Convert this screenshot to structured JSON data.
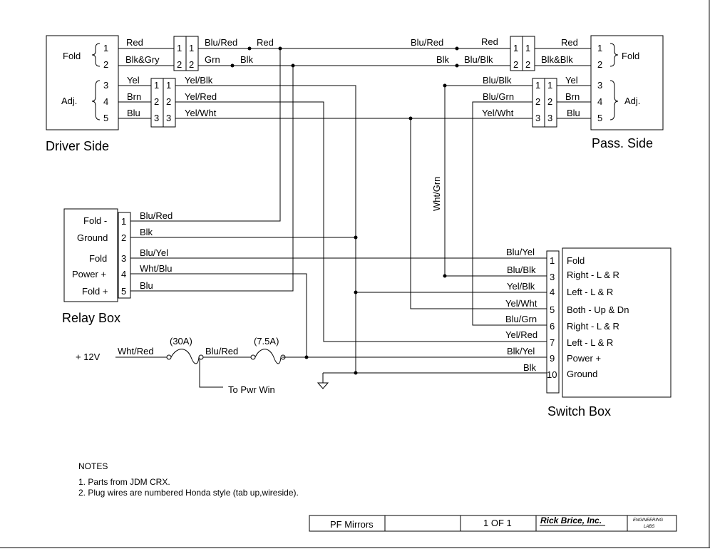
{
  "driver": {
    "title": "Driver Side",
    "fold": "Fold",
    "adj": "Adj.",
    "pins": [
      "1",
      "2",
      "3",
      "4",
      "5"
    ]
  },
  "pass": {
    "title": "Pass. Side",
    "fold": "Fold",
    "adj": "Adj.",
    "pins": [
      "1",
      "2",
      "3",
      "4",
      "5"
    ]
  },
  "relay": {
    "title": "Relay Box",
    "labels": [
      "Fold -",
      "Ground",
      "Fold",
      "Power +",
      "Fold +"
    ],
    "pins": [
      "1",
      "2",
      "3",
      "4",
      "5"
    ],
    "wires": [
      "Blu/Red",
      "Blk",
      "Blu/Yel",
      "Wht/Blu",
      "Blu"
    ]
  },
  "switch": {
    "title": "Switch Box",
    "labels": [
      "Fold",
      "Right - L & R",
      "Left - L & R",
      "Both - Up & Dn",
      "Right - L & R",
      "Left - L & R",
      "Power +",
      "Ground"
    ],
    "pins": [
      "1",
      "3",
      "4",
      "5",
      "6",
      "7",
      "9",
      "10"
    ],
    "wires": [
      "Blu/Yel",
      "Blu/Blk",
      "Yel/Blk",
      "Yel/Wht",
      "Blu/Grn",
      "Yel/Red",
      "Blk/Yel",
      "Blk"
    ]
  },
  "driver_wires": {
    "left": [
      "Red",
      "Blk&Gry",
      "Yel",
      "Brn",
      "Blu"
    ],
    "right": [
      "Blu/Red",
      "Grn",
      "Yel/Blk",
      "Yel/Red",
      "Yel/Wht"
    ],
    "red": "Red",
    "blk": "Blk"
  },
  "pass_wires": {
    "outer": [
      "Red",
      "Blk&Blk",
      "Yel",
      "Brn",
      "Blu"
    ],
    "inner_fold": [
      "Blu/Red",
      "Blk"
    ],
    "red": "Red",
    "blu_blk": "Blu/Blk",
    "inner_adj": [
      "Blu/Blk",
      "Blu/Grn",
      "Yel/Wht"
    ]
  },
  "plug_pins": {
    "fold": [
      "1",
      "2"
    ],
    "adj": [
      "1",
      "2",
      "3"
    ]
  },
  "wht_grn": "Wht/Grn",
  "power": {
    "v12": "+ 12V",
    "wht_red": "Wht/Red",
    "fuse1": "(30A)",
    "blu_red": "Blu/Red",
    "fuse2": "(7.5A)",
    "to_pwr_win": "To Pwr Win"
  },
  "notes": {
    "heading": "NOTES",
    "items": [
      "1. Parts from JDM CRX.",
      "2. Plug wires are numbered Honda style (tab up,wireside)."
    ]
  },
  "title_block": {
    "name": "PF Mirrors",
    "sheet": "1 OF 1",
    "company": "Rick Brice, Inc.",
    "dept_line1": "ENGINEERING",
    "dept_line2": "LABS"
  }
}
